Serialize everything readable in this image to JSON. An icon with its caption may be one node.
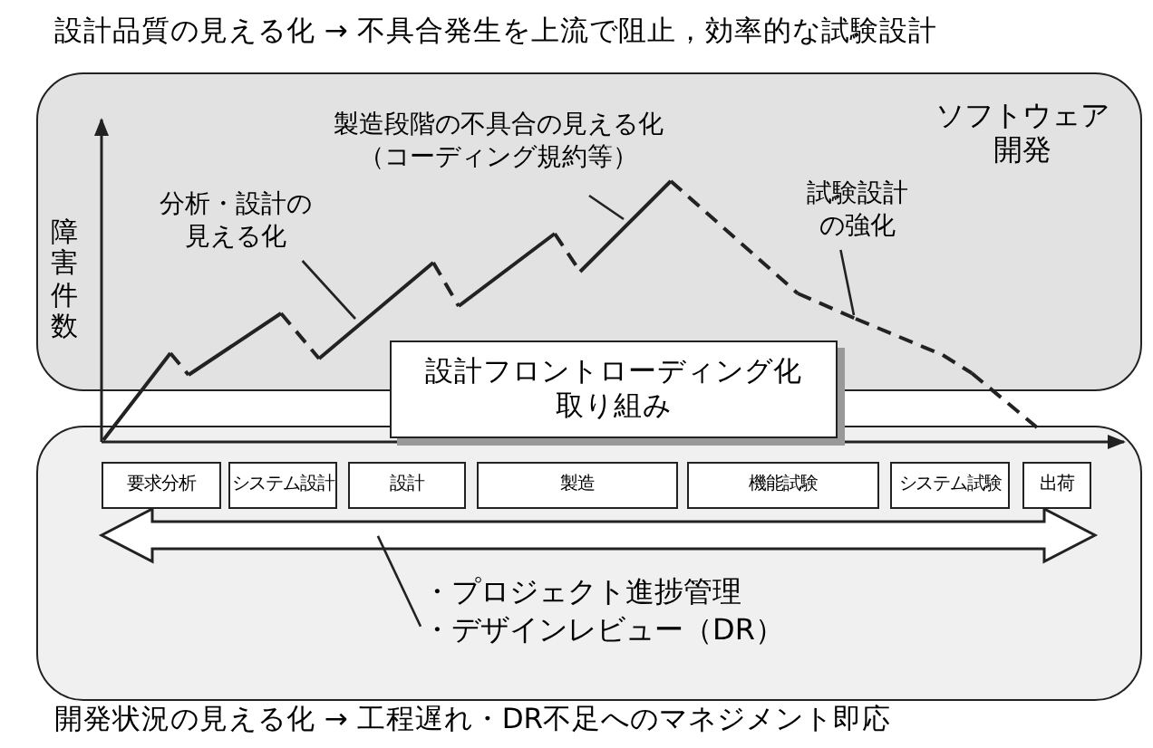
{
  "diagram": {
    "title": "設計品質の見える化 → 不具合発生を上流で阻止，効率的な試験設計",
    "caption": "開発状況の見える化 → 工程遅れ・DR不足へのマネジメント即応",
    "nodes": [
      {
        "text": [
          "ソフトウェア開発"
        ]
      },
      {
        "text": [],
        "shape": "box"
      },
      {
        "text": [
          "設計フロントローディング化取り組み"
        ]
      },
      {
        "text": [
          "要求分析"
        ],
        "in": 1
      },
      {
        "text": [
          "システム設計"
        ],
        "in": 1
      },
      {
        "text": [
          "設計"
        ],
        "in": 1
      },
      {
        "text": [
          "製造"
        ],
        "in": 1
      },
      {
        "text": [
          "機能試験"
        ],
        "in": 1
      },
      {
        "text": [
          "システム試験"
        ],
        "in": 1
      },
      {
        "text": [
          "出荷"
        ],
        "in": 1
      },
      {
        "text": [],
        "shape": "arrow",
        "in": 1
      },
      {
        "text": [
          "・プロジェクト進捗管理",
          "・デザインレビュー（DR）"
        ],
        "in": 1
      },
      {
        "text": [
          "分析・設計の見える化"
        ],
        "in": 0
      },
      {
        "text": [
          "製造段階の不具合の見える化（コーディング規約等）"
        ],
        "in": 0
      },
      {
        "text": [
          "試験設計の強化"
        ],
        "in": 0
      }
    ],
    "edges": [
      {
        "from": 12,
        "to": null,
        "arrow": "none"
      },
      {
        "from": 13,
        "to": null,
        "arrow": "none"
      },
      {
        "from": 14,
        "to": null,
        "arrow": "none"
      },
      {
        "from": 11,
        "to": 10,
        "arrow": "none"
      }
    ],
    "labels": [
      "障害件数"
    ]
  }
}
